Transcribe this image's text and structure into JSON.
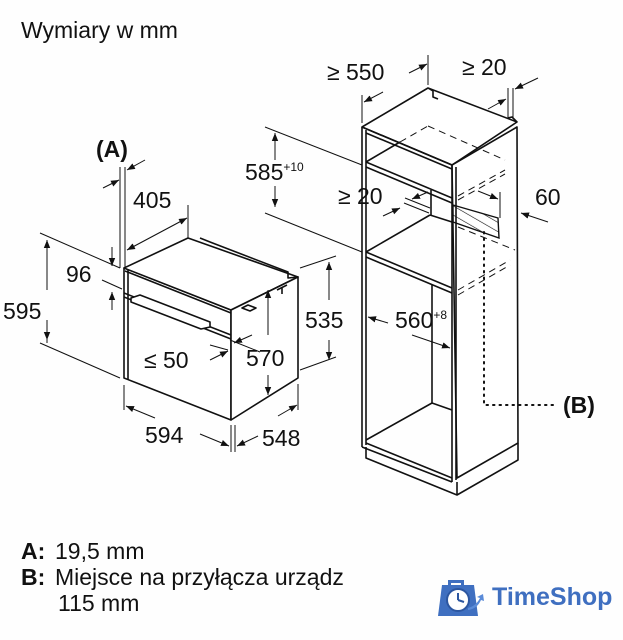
{
  "title": "Wymiary w mm",
  "oven": {
    "dims": {
      "A_label": "(A)",
      "depth_405": "405",
      "height_595": "595",
      "panel_96": "96",
      "front_50": "≤ 50",
      "height_570": "570",
      "width_594": "594",
      "depth_548": "548"
    }
  },
  "cabinet": {
    "dims": {
      "depth_min": "≥ 550",
      "gap_top": "≥ 20",
      "niche_height": "585",
      "niche_height_tol": "+10",
      "gap_inner": "≥ 20",
      "vent_60": "60",
      "height_535": "535",
      "width_560": "560",
      "width_560_tol": "+8",
      "B_label": "(B)"
    }
  },
  "legend": {
    "items": [
      {
        "key": "A:",
        "text": "19,5 mm"
      },
      {
        "key": "B:",
        "text": "Miejsce na przyłącza urządz",
        "continuation": "115 mm"
      }
    ]
  },
  "watermark": {
    "brand": "TimeShop",
    "icon": "clock-bag-icon",
    "color": "#3f6fc0"
  }
}
